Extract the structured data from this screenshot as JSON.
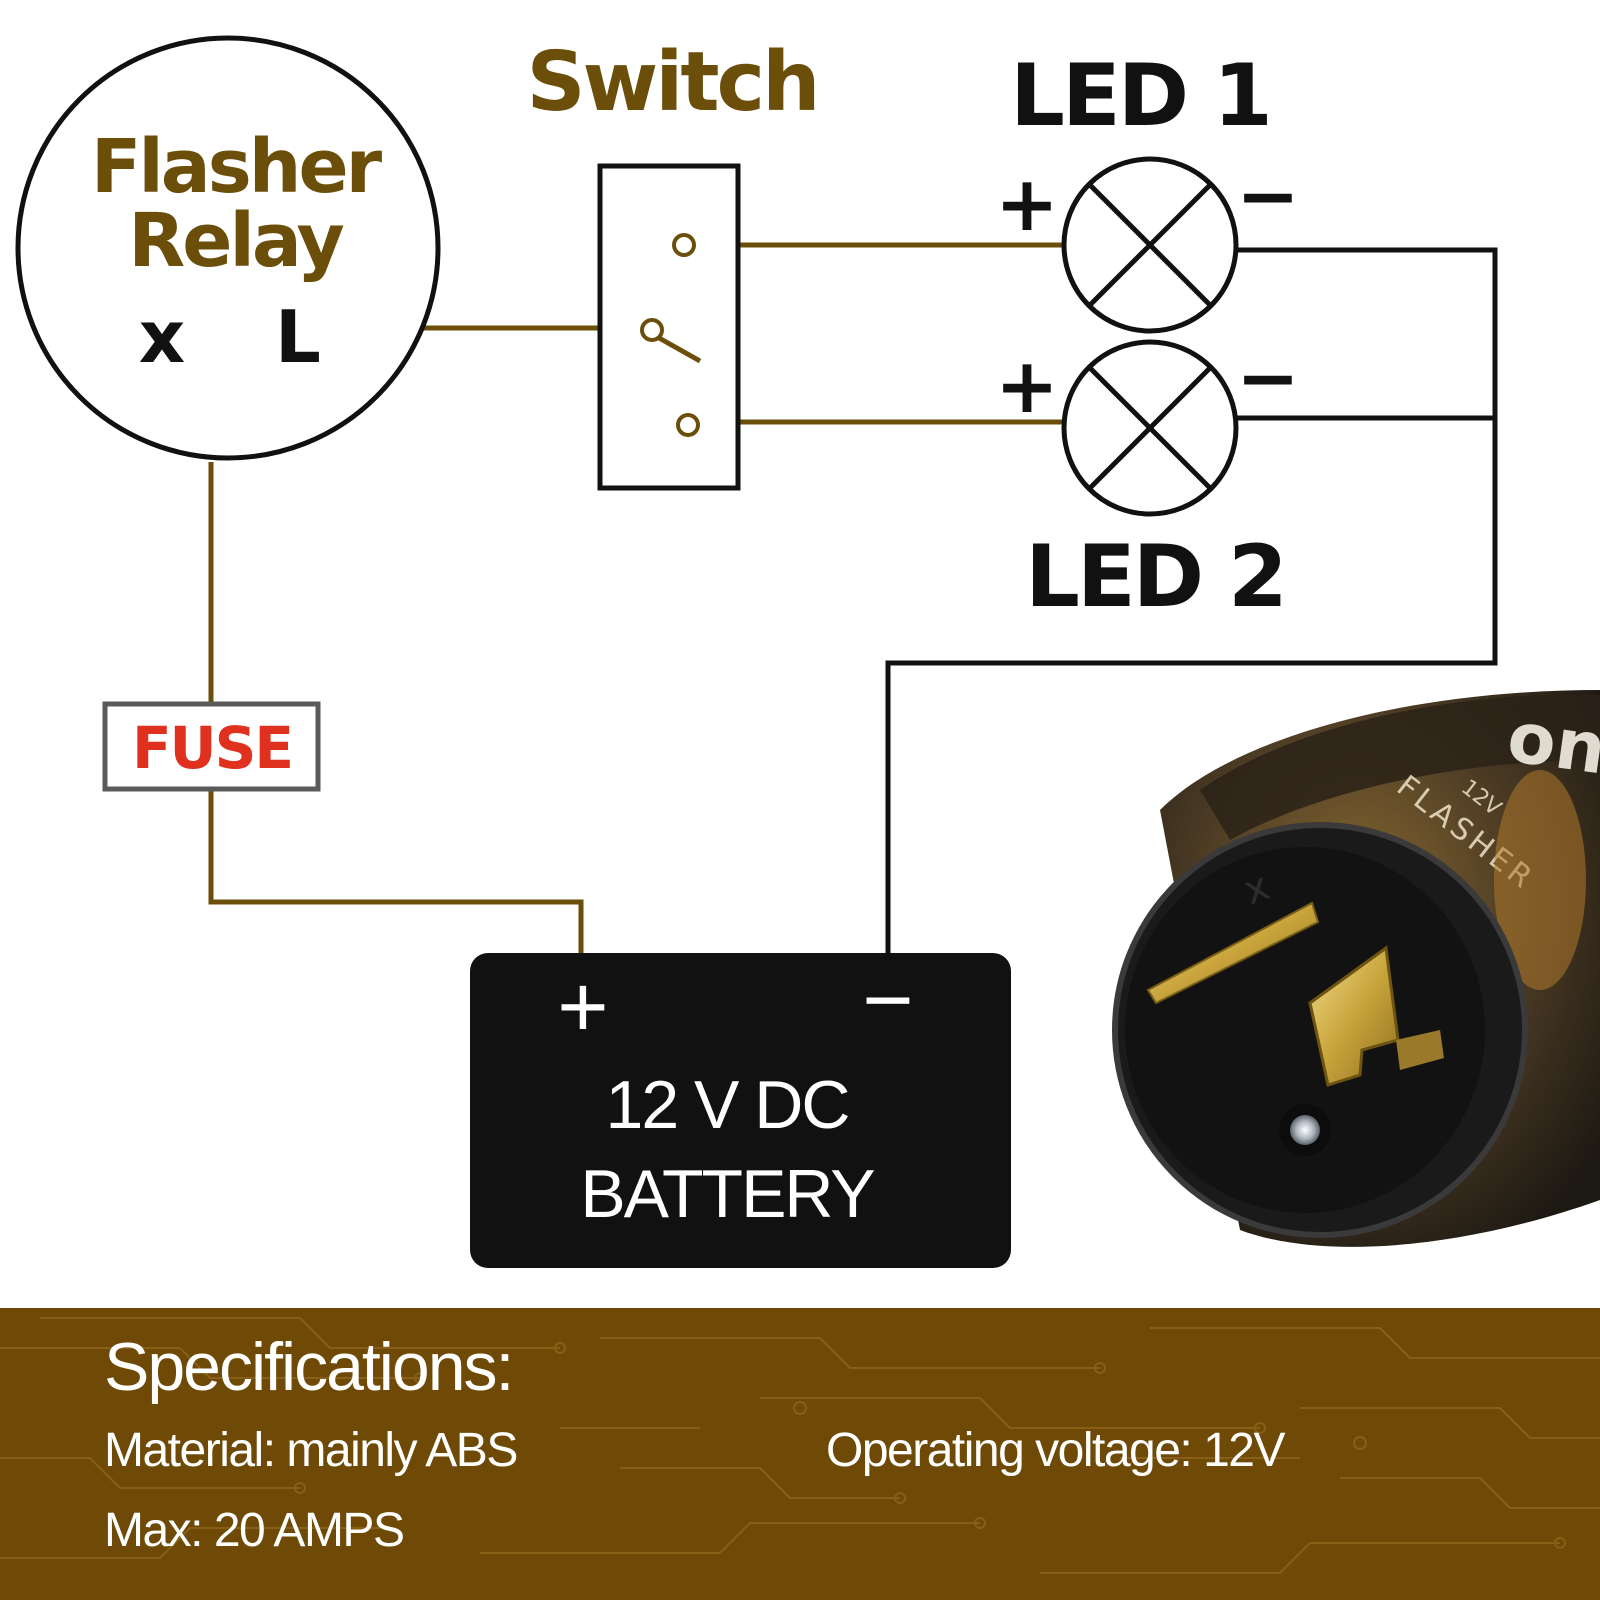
{
  "flasher": {
    "title_line1": "Flasher",
    "title_line2": "Relay",
    "pin_x": "x",
    "pin_l": "L"
  },
  "switch": {
    "label": "Switch"
  },
  "led1": {
    "label": "LED 1",
    "plus": "+",
    "minus": "−"
  },
  "led2": {
    "label": "LED 2",
    "plus": "+",
    "minus": "−"
  },
  "fuse": {
    "label": "FUSE"
  },
  "battery": {
    "plus": "+",
    "minus": "−",
    "line1": "12 V DC",
    "line2": "BATTERY"
  },
  "specs": {
    "title": "Specifications:",
    "material": "Material: mainly ABS",
    "voltage": "Operating voltage: 12V",
    "max": "Max: 20 AMPS"
  },
  "product_photo": {
    "brand_fragment": "onic",
    "voltage_mark": "12V",
    "type_mark": "FLASHER"
  },
  "colors": {
    "wire_gold": "#6b4e0a",
    "text_gold": "#6b4e0a",
    "fuse_red": "#e0301e",
    "battery_bg": "#111111",
    "spec_band": "#6e4a06"
  }
}
